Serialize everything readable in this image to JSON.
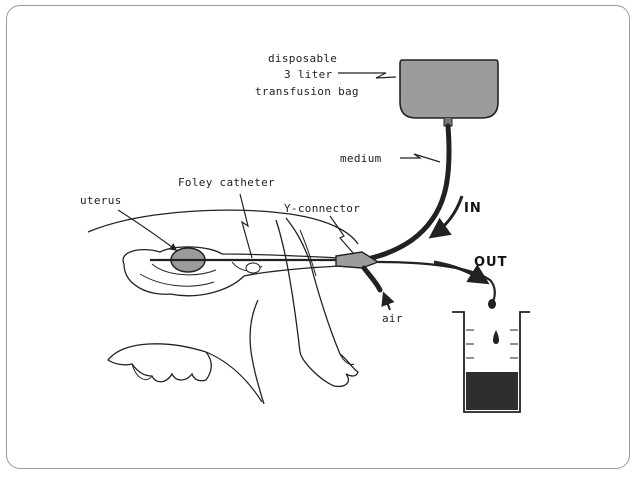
{
  "labels": {
    "bag_line1": "disposable",
    "bag_line2": "3 liter",
    "bag_line3": "transfusion bag",
    "medium": "medium",
    "foley": "Foley catheter",
    "uterus": "uterus",
    "y_connector": "Y-connector",
    "in": "IN",
    "out": "OUT",
    "air": "air"
  },
  "colors": {
    "ink": "#222222",
    "bag_fill": "#9c9c9c",
    "medium_fill": "#3a3a3a",
    "frame": "#9a9a9a"
  }
}
